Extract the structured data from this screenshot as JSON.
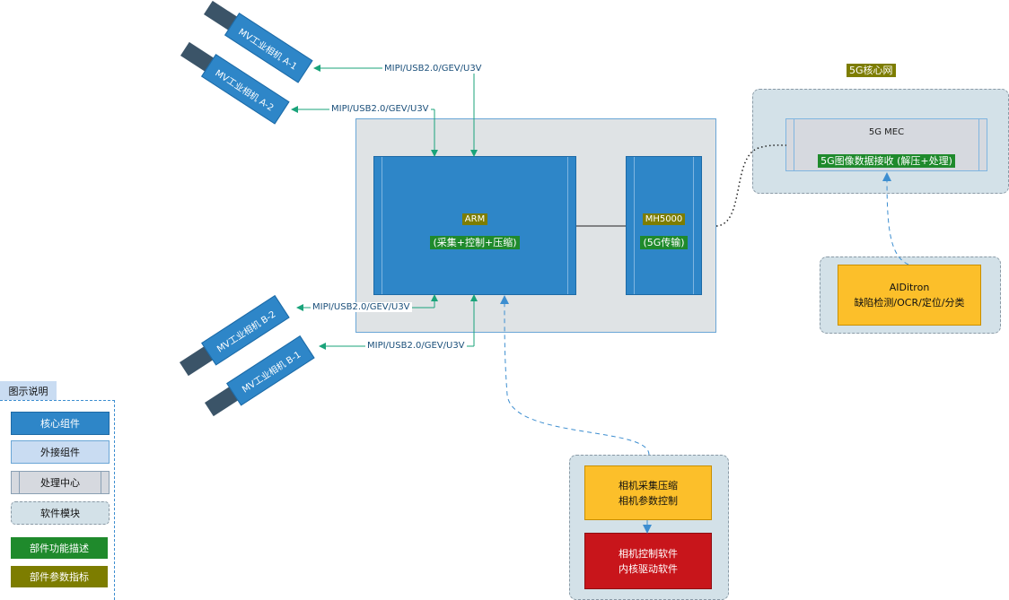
{
  "cameras": {
    "a1": "MV工业相机 A-1",
    "a2": "MV工业相机 A-2",
    "b1": "MV工业相机 B-1",
    "b2": "MV工业相机 B-2"
  },
  "interfaces": {
    "a1": "MIPI/USB2.0/GEV/U3V",
    "a2": "MIPI/USB2.0/GEV/U3V",
    "b2": "MIPI/USB2.0/GEV/U3V",
    "b1": "MIPI/USB2.0/GEV/U3V"
  },
  "arm": {
    "title": "ARM",
    "desc": "(采集+控制+压缩)"
  },
  "mh5000": {
    "title": "MH5000",
    "desc": "(5G传输)"
  },
  "core_network": {
    "label": "5G核心网",
    "mec_title": "5G MEC",
    "mec_desc": "5G图像数据接收 (解压+处理)"
  },
  "aiditron": {
    "line1": "AIDitron",
    "line2": "缺陷检测/OCR/定位/分类"
  },
  "software": {
    "box1_line1": "相机采集压缩",
    "box1_line2": "相机参数控制",
    "box2_line1": "相机控制软件",
    "box2_line2": "内核驱动软件"
  },
  "legend": {
    "title": "图示说明",
    "core": "核心组件",
    "external": "外接组件",
    "processing": "处理中心",
    "software": "软件模块",
    "function_desc": "部件功能描述",
    "param": "部件参数指标"
  },
  "colors": {
    "core_blue": "#2e86c8",
    "external_blue": "#c9dcf2",
    "processing_grey": "#d6d9df",
    "software_bg": "#d3e1e8",
    "function_green": "#1f8a2c",
    "param_olive": "#7d7d00",
    "yellow": "#fcbf2a",
    "red": "#c8151b",
    "arrow_green": "#1aa37a"
  }
}
